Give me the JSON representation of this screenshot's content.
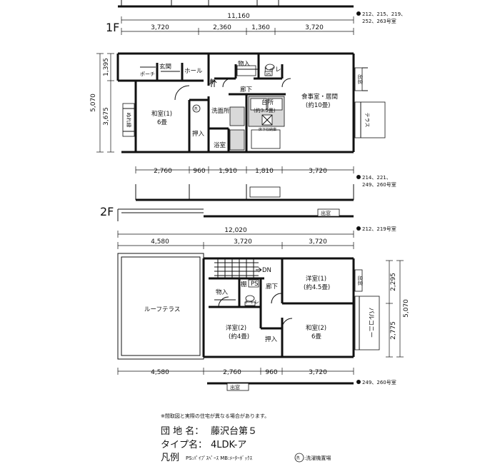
{
  "floors": {
    "first": "1F",
    "second": "2F"
  },
  "first_floor": {
    "total_width": "11,160",
    "top_segments": [
      "3,720",
      "2,360",
      "1,360",
      "3,720"
    ],
    "bottom_segments": [
      "2,760",
      "960",
      "1,910",
      "1,810",
      "3,720"
    ],
    "left_outer": "5,070",
    "left_upper": "1,395",
    "left_lower": "3,675",
    "note_top": [
      "212、215、219、",
      "252、263号室"
    ],
    "note_bottom": [
      "214、221、",
      "249、260号室"
    ],
    "rooms": {
      "porch": "ポーチ",
      "entrance": "玄関",
      "hall": "ホール",
      "storage": "物入",
      "toilet": "トイレ",
      "up": "UP",
      "corridor": "廊下",
      "dining_name": "食事室・居間",
      "dining_size": "(約10畳)",
      "japanese_name": "和室(1)",
      "japanese_size": "6畳",
      "nureen": "ぬれ縁",
      "washroom": "洗面所",
      "kitchen_name": "台所",
      "kitchen_size": "(約3.5畳)",
      "underfloor": "床下収納庫",
      "closet": "押入",
      "bath": "浴室",
      "terrace": "テラス",
      "window": "出窓",
      "ps": "PS",
      "washer": "洗"
    }
  },
  "second_floor": {
    "total_width": "12,020",
    "top_segments": [
      "4,580",
      "3,720",
      "3,720"
    ],
    "bottom_segments": [
      "4,580",
      "2,760",
      "960",
      "3,720"
    ],
    "right_outer": "5,070",
    "right_upper": "2,295",
    "right_lower": "2,775",
    "note_top": "212、219号室",
    "note_bottom": "249、260号室",
    "rooms": {
      "window": "出窓",
      "dn": "DN",
      "shelf": "棚",
      "ps": "PS",
      "corridor": "廊下",
      "storage": "物入",
      "toilet": "トイレ",
      "western1_name": "洋室(1)",
      "western1_size": "(約4.5畳)",
      "roof_terrace": "ルーフテラス",
      "western2_name": "洋室(2)",
      "western2_size": "(約4畳)",
      "closet": "押入",
      "japanese2_name": "和室(2)",
      "japanese2_size": "6畳",
      "balcony": "バルコニー"
    }
  },
  "footer": {
    "disclaimer": "※間取図と実際の住宅が異なる場合があります。",
    "estate_label": "団 地 名：",
    "estate_name": "藤沢台第５",
    "type_label": "タイプ名：",
    "type_name": "4LDK-ア",
    "legend_label": "凡例",
    "legend_items": "PS:ﾊﾟｲﾌﾟｽﾍﾟｰｽ  MB:ﾒｰﾀｰﾎﾞｯｸｽ",
    "legend_washer_symbol": "洗",
    "legend_washer": ":洗濯機置場"
  }
}
